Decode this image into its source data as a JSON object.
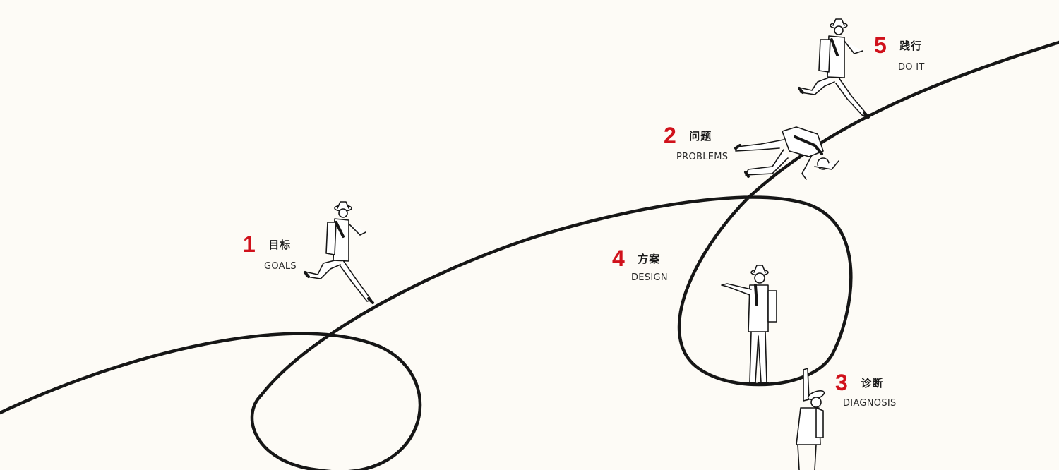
{
  "steps": [
    {
      "number": "1",
      "zh": "目标",
      "en": "GOALS"
    },
    {
      "number": "2",
      "zh": "问题",
      "en": "PROBLEMS"
    },
    {
      "number": "3",
      "zh": "诊断",
      "en": "DIAGNOSIS"
    },
    {
      "number": "4",
      "zh": "方案",
      "en": "DESIGN"
    },
    {
      "number": "5",
      "zh": "践行",
      "en": "DO IT"
    }
  ],
  "colors": {
    "accent": "#d0111b",
    "line": "#161616",
    "background": "#fdfbf6"
  },
  "figures": [
    {
      "icon": "running-person-icon",
      "step": "1"
    },
    {
      "icon": "falling-person-icon",
      "step": "2"
    },
    {
      "icon": "climbing-person-icon",
      "step": "3"
    },
    {
      "icon": "pointing-person-icon",
      "step": "4"
    },
    {
      "icon": "running-person-icon",
      "step": "5"
    }
  ]
}
